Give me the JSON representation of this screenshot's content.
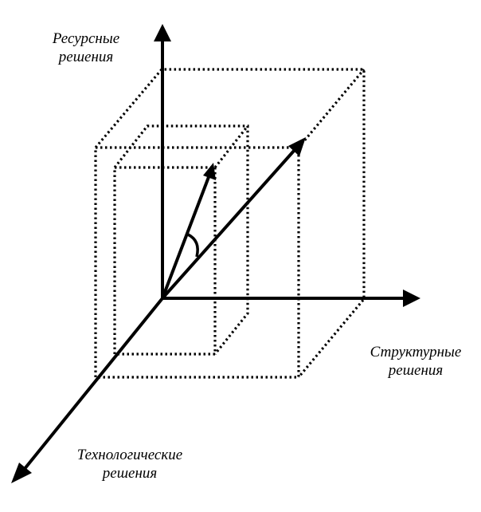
{
  "labels": {
    "resource": {
      "line1": "Ресурсные",
      "line2": "решения"
    },
    "structural": {
      "line1": "Структурные",
      "line2": "решения"
    },
    "technological": {
      "line1": "Технологические",
      "line2": "решения"
    }
  },
  "colors": {
    "ink": "#000000",
    "background": "#ffffff"
  }
}
